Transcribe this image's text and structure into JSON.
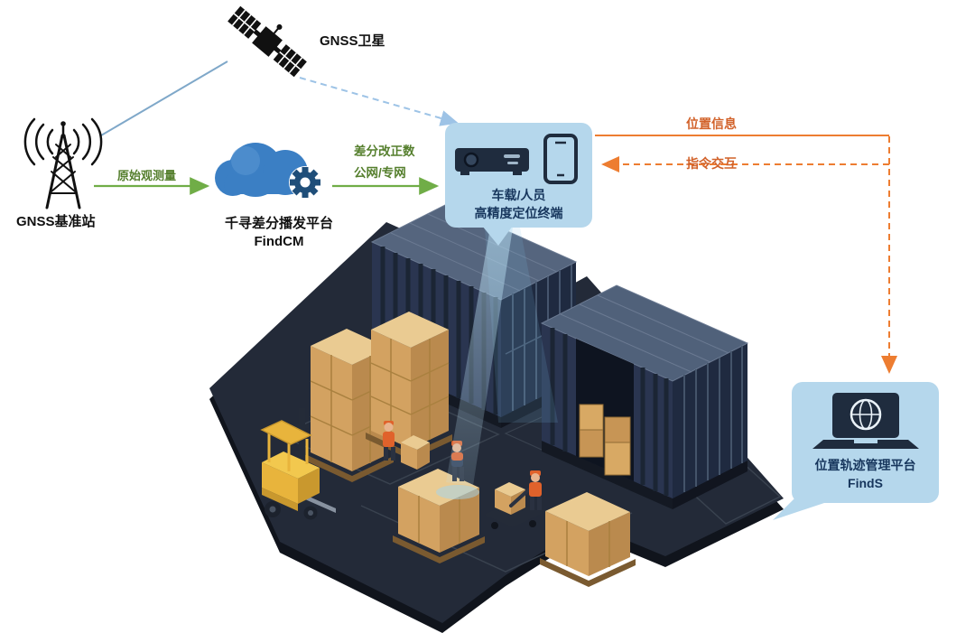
{
  "nodes": {
    "satellite": {
      "label": "GNSS卫星",
      "icon": "satellite-icon"
    },
    "base_station": {
      "label": "GNSS基准站",
      "icon": "radio-tower-icon"
    },
    "correction_platform": {
      "label_line1": "千寻差分播发平台",
      "label_line2": "FindCM",
      "icon": "cloud-gear-icon"
    },
    "terminal": {
      "label_line1": "车载/人员",
      "label_line2": "高精度定位终端",
      "icon1": "gnss-receiver-icon",
      "icon2": "smartphone-icon"
    },
    "management_platform": {
      "label_line1": "位置轨迹管理平台",
      "label_line2": "FindS",
      "icon": "laptop-globe-icon"
    }
  },
  "edges": {
    "raw_observation": {
      "label": "原始观测量",
      "color": "#70AD47"
    },
    "diff_correction": {
      "label_line1": "差分改正数",
      "label_line2": "公网/专网",
      "color": "#70AD47"
    },
    "position_info": {
      "label": "位置信息",
      "color": "#ED7D31"
    },
    "command_interaction": {
      "label": "指令交互",
      "color": "#ED7D31"
    },
    "satellite_to_station": {
      "color": "#7FA8C9"
    },
    "satellite_to_terminal": {
      "color": "#9DC3E6"
    }
  },
  "illustration": {
    "name": "isometric-container-yard",
    "elements": [
      "shipping-container",
      "shipping-container-open",
      "cardboard-box-stacks",
      "forklift",
      "pallet-jack",
      "workers",
      "positioning-beam"
    ]
  },
  "colors": {
    "bubble_bg": "#B5D7EC",
    "bubble_text": "#17365D",
    "cloud_blue": "#3B7FC4",
    "gear_blue": "#1F4E79",
    "green_arrow": "#70AD47",
    "green_text": "#557F2D",
    "orange_arrow": "#ED7D31",
    "orange_text": "#D2622A",
    "platform_floor": "#232A38",
    "container_navy": "#2A3550",
    "box_tan": "#D3A261",
    "forklift_yellow": "#E8B43C"
  }
}
